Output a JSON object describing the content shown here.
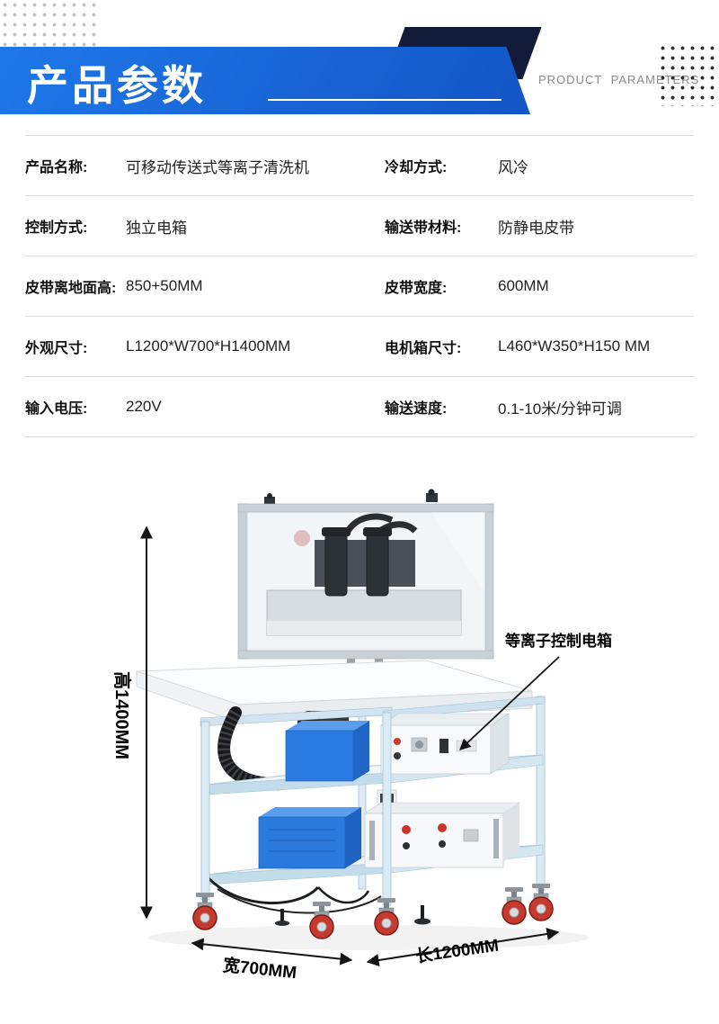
{
  "header": {
    "title": "产品参数",
    "subtitle_en": "PRODUCT PARAMETERS"
  },
  "specs": {
    "rows": [
      {
        "left_label": "产品名称:",
        "left_value": "可移动传送式等离子清洗机",
        "right_label": "冷却方式:",
        "right_value": "风冷"
      },
      {
        "left_label": "控制方式:",
        "left_value": "独立电箱",
        "right_label": "输送带材料:",
        "right_value": "防静电皮带"
      },
      {
        "left_label": "皮带离地面高:",
        "left_value": "850+50MM",
        "right_label": "皮带宽度:",
        "right_value": "600MM"
      },
      {
        "left_label": "外观尺寸:",
        "left_value": "L1200*W700*H1400MM",
        "right_label": "电机箱尺寸:",
        "right_value": "L460*W350*H150 MM"
      },
      {
        "left_label": "输入电压:",
        "left_value": "220V",
        "right_label": "输送速度:",
        "right_value": "0.1-10米/分钟可调"
      }
    ]
  },
  "figure": {
    "height_label": "高1400MM",
    "width_label": "宽700MM",
    "length_label": "长1200MM",
    "callout_label": "等离子控制电箱"
  },
  "colors": {
    "banner_blue": "#1a6bd8",
    "banner_dark": "#131b3a",
    "caster_red": "#c5392e",
    "frame_blue": "#9dc2d8"
  }
}
